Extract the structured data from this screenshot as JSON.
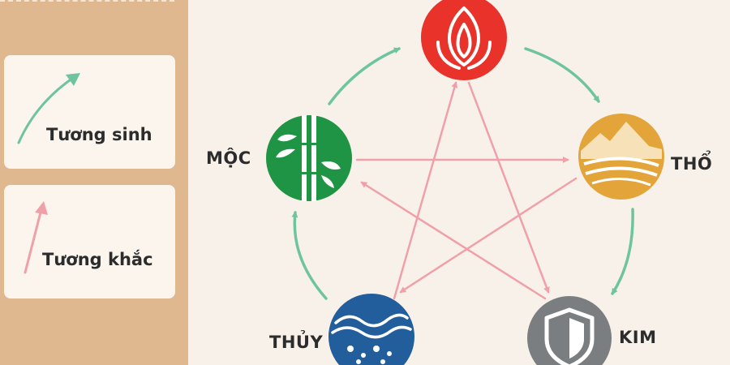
{
  "legend": {
    "generating_label": "Tương sinh",
    "overcoming_label": "Tương khắc"
  },
  "colors": {
    "generating_arrow": "#6fc4a0",
    "overcoming_arrow": "#f0a0a8",
    "fire": "#e8322a",
    "earth": "#e3a53a",
    "metal": "#7b7e80",
    "water": "#225d9c",
    "wood": "#1e9444"
  },
  "elements": [
    {
      "id": "fire",
      "label": "",
      "icon": "flame-icon"
    },
    {
      "id": "earth",
      "label": "THỔ",
      "icon": "mountain-icon"
    },
    {
      "id": "metal",
      "label": "KIM",
      "icon": "shield-icon"
    },
    {
      "id": "water",
      "label": "THỦY",
      "icon": "wave-icon"
    },
    {
      "id": "wood",
      "label": "MỘC",
      "icon": "bamboo-icon"
    }
  ]
}
